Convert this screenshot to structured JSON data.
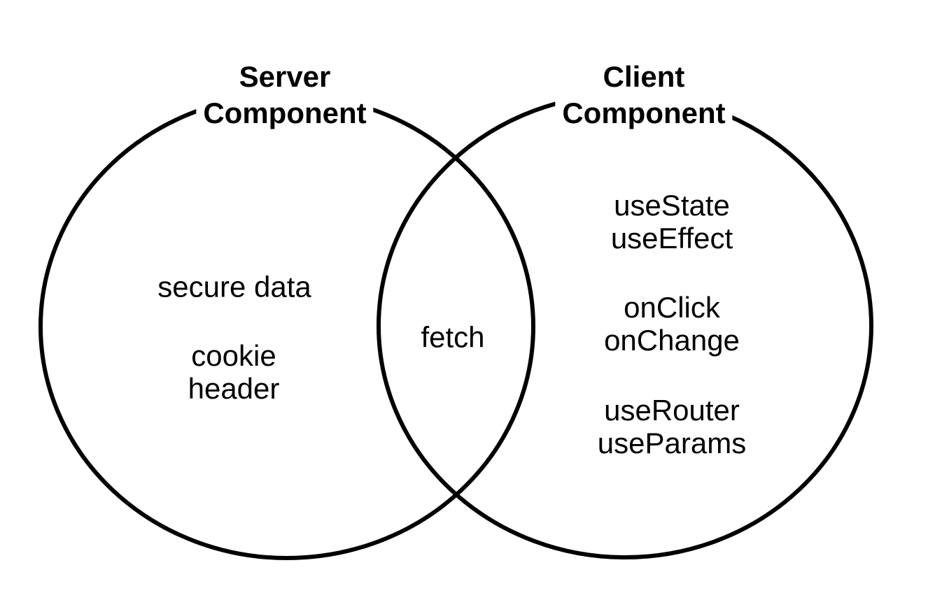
{
  "venn": {
    "stroke_color": "#000000",
    "background_color": "#ffffff",
    "left": {
      "title_line1": "Server",
      "title_line2": "Component",
      "items": [
        "secure data",
        "cookie",
        "header"
      ]
    },
    "overlap": {
      "items": [
        "fetch"
      ]
    },
    "right": {
      "title_line1": "Client",
      "title_line2": "Component",
      "items": [
        "useState",
        "useEffect",
        "onClick",
        "onChange",
        "useRouter",
        "useParams"
      ]
    }
  }
}
